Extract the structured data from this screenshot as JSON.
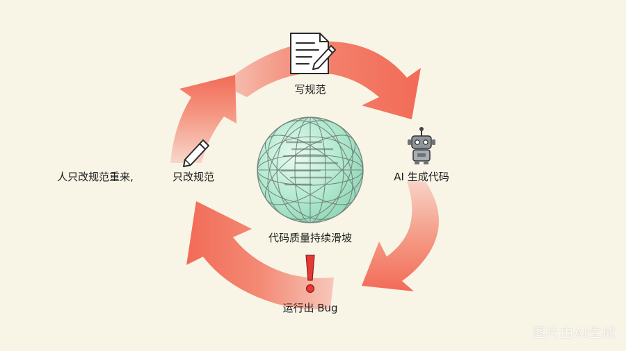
{
  "labels": {
    "write_spec": "写规范",
    "ai_generate": "AI 生成代码",
    "run_bug": "运行出 Bug",
    "only_edit_spec": "只改规范",
    "human_redo": "人只改规范重来,",
    "center": "代码质量持续滑坡"
  },
  "icons": {
    "document": "document-pen-icon",
    "robot": "robot-icon",
    "warning": "exclamation-icon",
    "pen": "pen-icon",
    "globe": "wireframe-globe-icon"
  },
  "colors": {
    "arrow": "#f26b57",
    "arrow_light": "#f7c0b3",
    "globe_fill": "#a8e6c8",
    "globe_line": "#7f8c86",
    "background": "#f8f5e7",
    "warning": "#e53935"
  },
  "watermark": "图片由AI生成"
}
